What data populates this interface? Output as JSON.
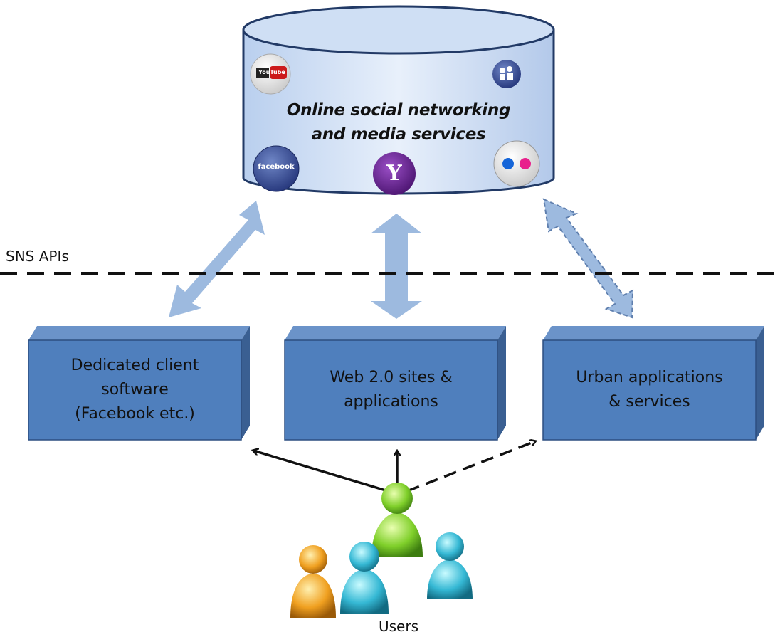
{
  "database": {
    "title_line1": "Online social networking",
    "title_line2": "and media services",
    "logos": [
      {
        "name": "youtube",
        "text": "YouTube"
      },
      {
        "name": "myspace",
        "text": ""
      },
      {
        "name": "facebook",
        "text": "facebook"
      },
      {
        "name": "yahoo",
        "text": "Y"
      },
      {
        "name": "flickr",
        "text": ""
      }
    ]
  },
  "api_label": "SNS APIs",
  "boxes": [
    {
      "lines": [
        "Dedicated client",
        "software",
        "(Facebook etc.)"
      ]
    },
    {
      "lines": [
        "Web 2.0 sites &",
        "applications"
      ]
    },
    {
      "lines": [
        "Urban applications",
        "& services"
      ]
    }
  ],
  "users_label": "Users",
  "colors": {
    "box_front": "#4f7fbd",
    "box_side": "#3a5f92",
    "box_top": "#6b93c9",
    "cylinder": "#d4e3f6",
    "arrow": "#9dbadf",
    "line": "#111111"
  }
}
